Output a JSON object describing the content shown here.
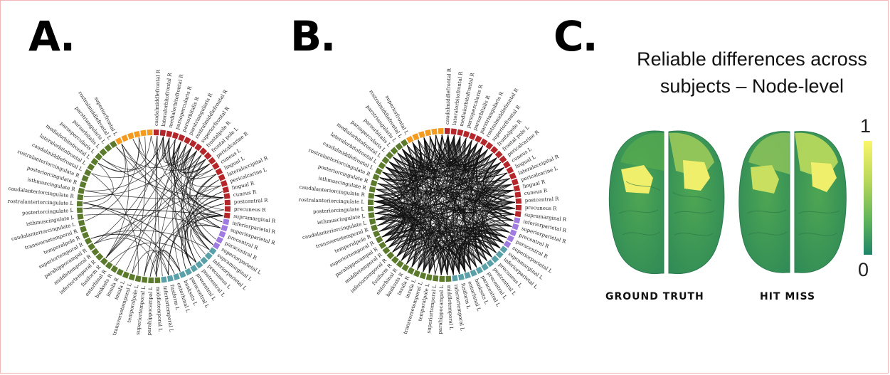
{
  "panels": {
    "a_letter": "A.",
    "b_letter": "B.",
    "c_letter": "C."
  },
  "title": {
    "line1": "Reliable differences across",
    "line2": "subjects – Node-level"
  },
  "colorbar": {
    "max_label": "1",
    "min_label": "0",
    "colors": [
      "#fbf569",
      "#b8d85a",
      "#5fb35a",
      "#1e8568"
    ]
  },
  "brains": {
    "left_label": "GROUND TRUTH",
    "right_label": "HIT MISS",
    "base_color": "#3f9e4f",
    "highlight_color": "#f0ef6c",
    "mid_color": "#9cc85a"
  },
  "chord": {
    "group_colors": {
      "frontal": "#b5262b",
      "occipital": "#a07be0",
      "parietal": "#5aa0a8",
      "temporal": "#5b7a2c",
      "cingulate": "#f39a1f"
    },
    "node_labels": [
      "caudalmiddlefrontal R",
      "lateralorbitofrontal R",
      "medialorbitofrontal R",
      "parsopercularis R",
      "parsorbitalis R",
      "parstriangularis R",
      "rostralmiddlefrontal R",
      "superiorfrontal R",
      "frontalpole R",
      "frontal pole L",
      "pericalcarine R",
      "cuneus L",
      "lingual L",
      "lateraloccipital R",
      "pericalcarine L",
      "lingual R",
      "cuneus R",
      "postcentral R",
      "precuneus R",
      "supramarginal R",
      "inferiorparietal R",
      "superiorparietal R",
      "precentral R",
      "paracentral R",
      "superiorparietal L",
      "supramarginal L",
      "inferiorparietal L",
      "precuneus L",
      "postcentral L",
      "precentral L",
      "paracentral L",
      "bankssts L",
      "entorhinal L",
      "fusiform L",
      "inferiortemporal L",
      "middletemporal L",
      "parahippocampal L",
      "superiortemporal L",
      "temporalpole L",
      "transversetemporal L",
      "insula L",
      "insula R",
      "bankssts R",
      "entorhinal R",
      "fusiform R",
      "inferiortemporal R",
      "middletemporal R",
      "parahippocampal R",
      "superiortemporal R",
      "temporalpole R",
      "transversetemporal R",
      "caudalanteriorcingulate L",
      "isthmuscingulate L",
      "posteriorcingulate L",
      "rostralanteriorcingulate L",
      "caudalanteriorcingulate R",
      "isthmuscingulate R",
      "posteriorcingulate R",
      "rostralanteriorcingulate R",
      "caudalmiddlefrontal L",
      "lateralorbitofrontal L",
      "medialorbitofrontal L",
      "parsopercularis L",
      "parsorbitalis L",
      "parstriangularis L",
      "rostralmiddlefrontal L",
      "superiorfrontal L"
    ]
  }
}
